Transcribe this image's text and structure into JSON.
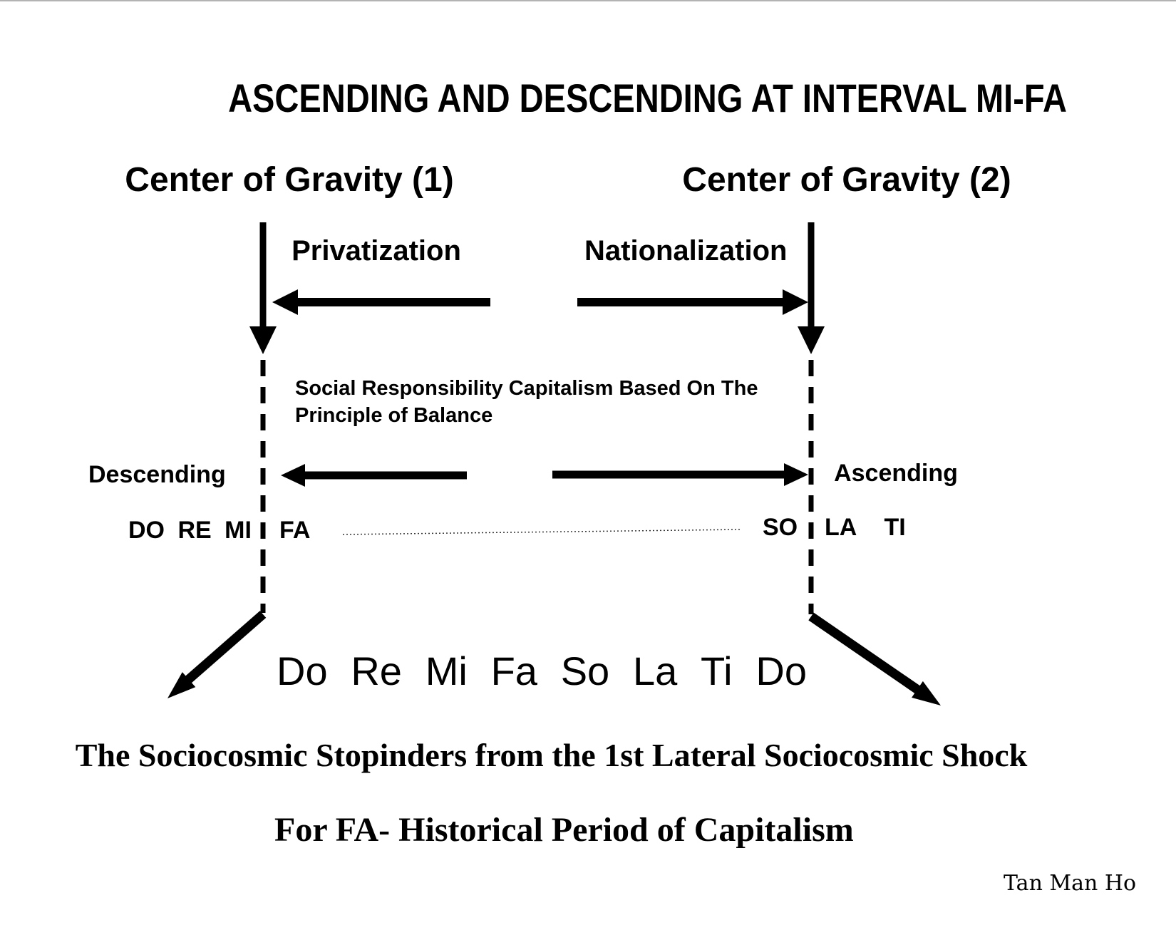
{
  "page": {
    "title": "ASCENDING AND DESCENDING AT INTERVAL MI-FA",
    "author_signature": "Tan Man Ho"
  },
  "headers": {
    "cog1": "Center of Gravity (1)",
    "cog2": "Center of Gravity (2)"
  },
  "processes": {
    "privatization": "Privatization",
    "nationalization": "Nationalization",
    "balance_line1": "Social Responsibility Capitalism Based On The",
    "balance_line2": "Principle of Balance"
  },
  "directions": {
    "descending": "Descending",
    "ascending": "Ascending"
  },
  "upper_scale": {
    "left_notes": "DO RE MI",
    "fa": "FA",
    "so": "SO",
    "right_notes": "LA TI"
  },
  "lower_scale": {
    "notes": [
      "Do",
      "Re",
      "Mi",
      "Fa",
      "So",
      "La",
      "Ti",
      "Do"
    ]
  },
  "captions": {
    "line1": "The Sociocosmic Stopinders from the 1st Lateral Sociocosmic Shock",
    "line2": "For FA- Historical Period of Capitalism"
  },
  "colors": {
    "ink": "#000000",
    "top_border": "#b3b3b3"
  }
}
